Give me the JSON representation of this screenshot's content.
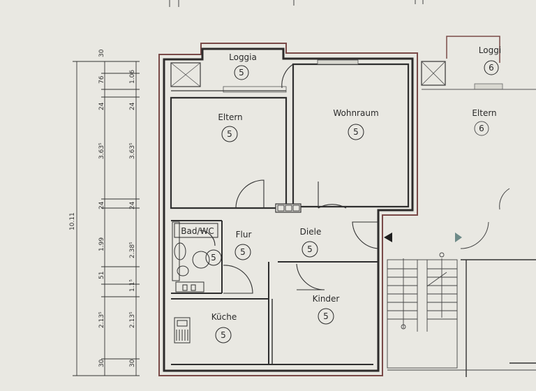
{
  "rooms": {
    "loggia": {
      "label": "Loggia",
      "number": "5"
    },
    "eltern": {
      "label": "Eltern",
      "number": "5"
    },
    "wohnraum": {
      "label": "Wohnraum",
      "number": "5"
    },
    "bad_wc": {
      "label": "Bad/WC",
      "number": "5"
    },
    "flur": {
      "label": "Flur",
      "number": "5"
    },
    "diele": {
      "label": "Diele",
      "number": "5"
    },
    "kueche": {
      "label": "Küche",
      "number": "5"
    },
    "kinder": {
      "label": "Kinder",
      "number": "5"
    }
  },
  "neighbor": {
    "loggia": {
      "label": "Loggi",
      "number": "6"
    },
    "eltern": {
      "label": "Eltern",
      "number": "6"
    }
  },
  "dimensions": {
    "total": "10.11",
    "col1": [
      "30",
      "76",
      "24",
      "3.63⁵",
      "24",
      "1.99",
      "51",
      "2.13⁵",
      "30"
    ],
    "col2": [
      "1.06",
      "24",
      "3.63⁵",
      "24",
      "2.38⁵",
      "1.1⁵",
      "2.13⁵",
      "30"
    ]
  }
}
